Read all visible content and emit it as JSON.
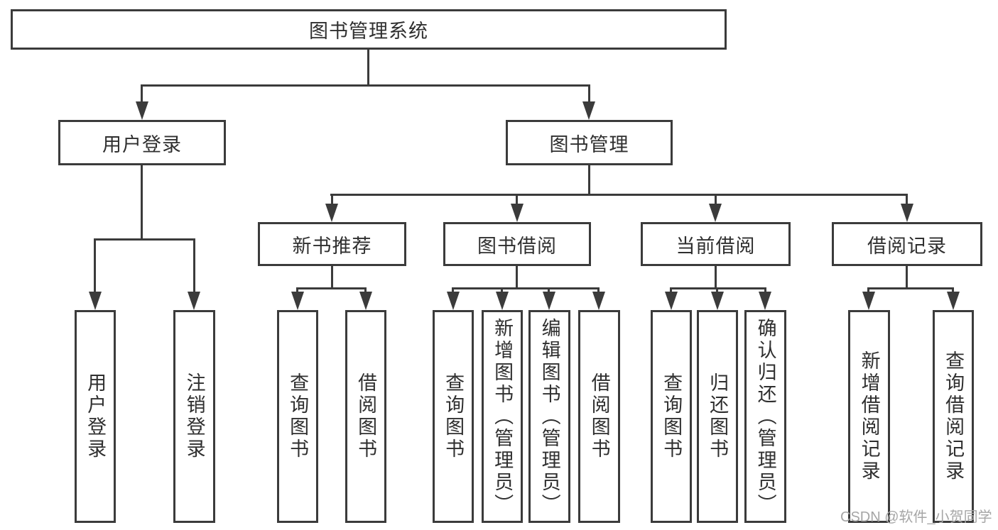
{
  "colors": {
    "line": "#3b3b3b",
    "text": "#2f2f2f",
    "watermark": "#a6a6a6",
    "background": "#ffffff"
  },
  "watermark": {
    "text": "CSDN @软件_小贺同学"
  },
  "tree": {
    "root": "图书管理系统",
    "branches": [
      {
        "label": "用户登录",
        "leaves": [
          "用户登录",
          "注销登录"
        ]
      },
      {
        "label": "图书管理",
        "groups": [
          {
            "label": "新书推荐",
            "leaves": [
              "查询图书",
              "借阅图书"
            ]
          },
          {
            "label": "图书借阅",
            "leaves": [
              "查询图书",
              "新增图书（管理员）",
              "编辑图书（管理员）",
              "借阅图书"
            ]
          },
          {
            "label": "当前借阅",
            "leaves": [
              "查询图书",
              "归还图书",
              "确认归还（管理员）"
            ]
          },
          {
            "label": "借阅记录",
            "leaves": [
              "新增借阅记录",
              "查询借阅记录"
            ]
          }
        ]
      }
    ]
  }
}
